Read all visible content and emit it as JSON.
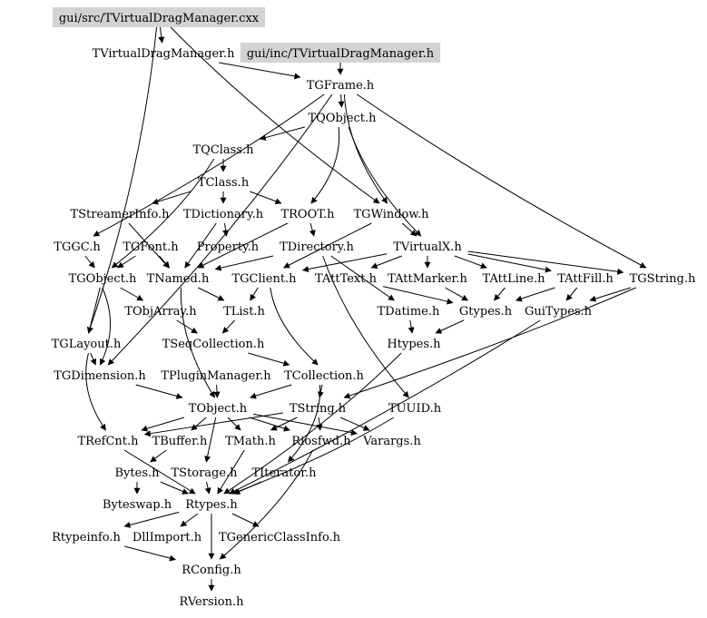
{
  "graph": {
    "title": "Include dependency graph for TVirtualDragManager.cxx",
    "highlight_color": "#d3d3d3",
    "nodes": [
      {
        "id": "cxx",
        "label": "gui/src/TVirtualDragManager.cxx",
        "highlighted": true
      },
      {
        "id": "vdm_h",
        "label": "TVirtualDragManager.h",
        "highlighted": false
      },
      {
        "id": "inc_vdm",
        "label": "gui/inc/TVirtualDragManager.h",
        "highlighted": true
      },
      {
        "id": "TGFrame",
        "label": "TGFrame.h",
        "highlighted": false
      },
      {
        "id": "TQObject",
        "label": "TQObject.h",
        "highlighted": false
      },
      {
        "id": "TQClass",
        "label": "TQClass.h",
        "highlighted": false
      },
      {
        "id": "TClass",
        "label": "TClass.h",
        "highlighted": false
      },
      {
        "id": "TStreamerInfo",
        "label": "TStreamerInfo.h",
        "highlighted": false
      },
      {
        "id": "TDictionary",
        "label": "TDictionary.h",
        "highlighted": false
      },
      {
        "id": "TROOT",
        "label": "TROOT.h",
        "highlighted": false
      },
      {
        "id": "TGWindow",
        "label": "TGWindow.h",
        "highlighted": false
      },
      {
        "id": "TGGC",
        "label": "TGGC.h",
        "highlighted": false
      },
      {
        "id": "TGFont",
        "label": "TGFont.h",
        "highlighted": false
      },
      {
        "id": "Property",
        "label": "Property.h",
        "highlighted": false
      },
      {
        "id": "TDirectory",
        "label": "TDirectory.h",
        "highlighted": false
      },
      {
        "id": "TVirtualX",
        "label": "TVirtualX.h",
        "highlighted": false
      },
      {
        "id": "TGObject",
        "label": "TGObject.h",
        "highlighted": false
      },
      {
        "id": "TNamed",
        "label": "TNamed.h",
        "highlighted": false
      },
      {
        "id": "TGClient",
        "label": "TGClient.h",
        "highlighted": false
      },
      {
        "id": "TAttText",
        "label": "TAttText.h",
        "highlighted": false
      },
      {
        "id": "TAttMarker",
        "label": "TAttMarker.h",
        "highlighted": false
      },
      {
        "id": "TAttLine",
        "label": "TAttLine.h",
        "highlighted": false
      },
      {
        "id": "TAttFill",
        "label": "TAttFill.h",
        "highlighted": false
      },
      {
        "id": "TGString",
        "label": "TGString.h",
        "highlighted": false
      },
      {
        "id": "TObjArray",
        "label": "TObjArray.h",
        "highlighted": false
      },
      {
        "id": "TList",
        "label": "TList.h",
        "highlighted": false
      },
      {
        "id": "TDatime",
        "label": "TDatime.h",
        "highlighted": false
      },
      {
        "id": "Gtypes",
        "label": "Gtypes.h",
        "highlighted": false
      },
      {
        "id": "GuiTypes",
        "label": "GuiTypes.h",
        "highlighted": false
      },
      {
        "id": "TGLayout",
        "label": "TGLayout.h",
        "highlighted": false
      },
      {
        "id": "TSeqCollection",
        "label": "TSeqCollection.h",
        "highlighted": false
      },
      {
        "id": "Htypes",
        "label": "Htypes.h",
        "highlighted": false
      },
      {
        "id": "TGDimension",
        "label": "TGDimension.h",
        "highlighted": false
      },
      {
        "id": "TPluginManager",
        "label": "TPluginManager.h",
        "highlighted": false
      },
      {
        "id": "TCollection",
        "label": "TCollection.h",
        "highlighted": false
      },
      {
        "id": "TObject",
        "label": "TObject.h",
        "highlighted": false
      },
      {
        "id": "TString",
        "label": "TString.h",
        "highlighted": false
      },
      {
        "id": "TUUID",
        "label": "TUUID.h",
        "highlighted": false
      },
      {
        "id": "TRefCnt",
        "label": "TRefCnt.h",
        "highlighted": false
      },
      {
        "id": "TBuffer",
        "label": "TBuffer.h",
        "highlighted": false
      },
      {
        "id": "TMath",
        "label": "TMath.h",
        "highlighted": false
      },
      {
        "id": "Riosfwd",
        "label": "Riosfwd.h",
        "highlighted": false
      },
      {
        "id": "Varargs",
        "label": "Varargs.h",
        "highlighted": false
      },
      {
        "id": "Bytes",
        "label": "Bytes.h",
        "highlighted": false
      },
      {
        "id": "TStorage",
        "label": "TStorage.h",
        "highlighted": false
      },
      {
        "id": "TIterator",
        "label": "TIterator.h",
        "highlighted": false
      },
      {
        "id": "Byteswap",
        "label": "Byteswap.h",
        "highlighted": false
      },
      {
        "id": "Rtypes",
        "label": "Rtypes.h",
        "highlighted": false
      },
      {
        "id": "Rtypeinfo",
        "label": "Rtypeinfo.h",
        "highlighted": false
      },
      {
        "id": "DllImport",
        "label": "DllImport.h",
        "highlighted": false
      },
      {
        "id": "TGenericClassInfo",
        "label": "TGenericClassInfo.h",
        "highlighted": false
      },
      {
        "id": "RConfig",
        "label": "RConfig.h",
        "highlighted": false
      },
      {
        "id": "RVersion",
        "label": "RVersion.h",
        "highlighted": false
      }
    ],
    "edges": [
      [
        "cxx",
        "vdm_h"
      ],
      [
        "cxx",
        "TGWindow"
      ],
      [
        "cxx",
        "TGLayout"
      ],
      [
        "vdm_h",
        "TGFrame"
      ],
      [
        "inc_vdm",
        "TGFrame"
      ],
      [
        "TGFrame",
        "TQObject"
      ],
      [
        "TGFrame",
        "TGWindow"
      ],
      [
        "TGFrame",
        "TGString"
      ],
      [
        "TGFrame",
        "TGDimension"
      ],
      [
        "TGFrame",
        "TGGC"
      ],
      [
        "TQObject",
        "TQClass"
      ],
      [
        "TQObject",
        "TVirtualX"
      ],
      [
        "TQObject",
        "TROOT"
      ],
      [
        "TQClass",
        "TClass"
      ],
      [
        "TQClass",
        "TGObject"
      ],
      [
        "TClass",
        "TStreamerInfo"
      ],
      [
        "TClass",
        "TDictionary"
      ],
      [
        "TClass",
        "TROOT"
      ],
      [
        "TDictionary",
        "Property"
      ],
      [
        "TDictionary",
        "TNamed"
      ],
      [
        "TStreamerInfo",
        "TNamed"
      ],
      [
        "TROOT",
        "TDirectory"
      ],
      [
        "TROOT",
        "TNamed"
      ],
      [
        "TGWindow",
        "TVirtualX"
      ],
      [
        "TGWindow",
        "TGClient"
      ],
      [
        "TGGC",
        "TGObject"
      ],
      [
        "TGFont",
        "TGObject"
      ],
      [
        "TGFont",
        "TNamed"
      ],
      [
        "TDirectory",
        "TNamed"
      ],
      [
        "TDirectory",
        "TDatime"
      ],
      [
        "TDirectory",
        "TUUID"
      ],
      [
        "TVirtualX",
        "TAttText"
      ],
      [
        "TVirtualX",
        "TAttMarker"
      ],
      [
        "TVirtualX",
        "TAttLine"
      ],
      [
        "TVirtualX",
        "TAttFill"
      ],
      [
        "TVirtualX",
        "TGString"
      ],
      [
        "TVirtualX",
        "TGClient"
      ],
      [
        "TAttText",
        "Gtypes"
      ],
      [
        "TAttMarker",
        "Gtypes"
      ],
      [
        "TAttLine",
        "Gtypes"
      ],
      [
        "TAttFill",
        "Gtypes"
      ],
      [
        "TAttFill",
        "GuiTypes"
      ],
      [
        "TGString",
        "GuiTypes"
      ],
      [
        "TGString",
        "TString"
      ],
      [
        "TGObject",
        "TObjArray"
      ],
      [
        "TGObject",
        "TGLayout"
      ],
      [
        "TGObject",
        "TGDimension"
      ],
      [
        "TNamed",
        "TList"
      ],
      [
        "TNamed",
        "TObject"
      ],
      [
        "TGClient",
        "TList"
      ],
      [
        "TGClient",
        "TCollection"
      ],
      [
        "TObjArray",
        "TSeqCollection"
      ],
      [
        "TList",
        "TSeqCollection"
      ],
      [
        "TDatime",
        "Htypes"
      ],
      [
        "Gtypes",
        "Htypes"
      ],
      [
        "GuiTypes",
        "Rtypes"
      ],
      [
        "Htypes",
        "Rtypes"
      ],
      [
        "TGLayout",
        "TGDimension"
      ],
      [
        "TGLayout",
        "TRefCnt"
      ],
      [
        "TSeqCollection",
        "TCollection"
      ],
      [
        "TCollection",
        "TObject"
      ],
      [
        "TCollection",
        "TString"
      ],
      [
        "TCollection",
        "TIterator"
      ],
      [
        "TPluginManager",
        "TObject"
      ],
      [
        "TGDimension",
        "TObject"
      ],
      [
        "TObject",
        "TRefCnt"
      ],
      [
        "TObject",
        "TBuffer"
      ],
      [
        "TObject",
        "TMath"
      ],
      [
        "TObject",
        "Varargs"
      ],
      [
        "TObject",
        "Riosfwd"
      ],
      [
        "TObject",
        "TStorage"
      ],
      [
        "TString",
        "TRefCnt"
      ],
      [
        "TString",
        "TMath"
      ],
      [
        "TString",
        "Riosfwd"
      ],
      [
        "TString",
        "Varargs"
      ],
      [
        "TUUID",
        "Rtypes"
      ],
      [
        "TRefCnt",
        "Rtypes"
      ],
      [
        "TBuffer",
        "Bytes"
      ],
      [
        "TMath",
        "Rtypes"
      ],
      [
        "Riosfwd",
        "RConfig"
      ],
      [
        "Bytes",
        "Byteswap"
      ],
      [
        "Bytes",
        "Rtypes"
      ],
      [
        "TStorage",
        "Rtypes"
      ],
      [
        "TIterator",
        "Rtypes"
      ],
      [
        "Rtypes",
        "Rtypeinfo"
      ],
      [
        "Rtypes",
        "DllImport"
      ],
      [
        "Rtypes",
        "TGenericClassInfo"
      ],
      [
        "Rtypes",
        "RConfig"
      ],
      [
        "Rtypeinfo",
        "RConfig"
      ],
      [
        "RConfig",
        "RVersion"
      ]
    ]
  }
}
